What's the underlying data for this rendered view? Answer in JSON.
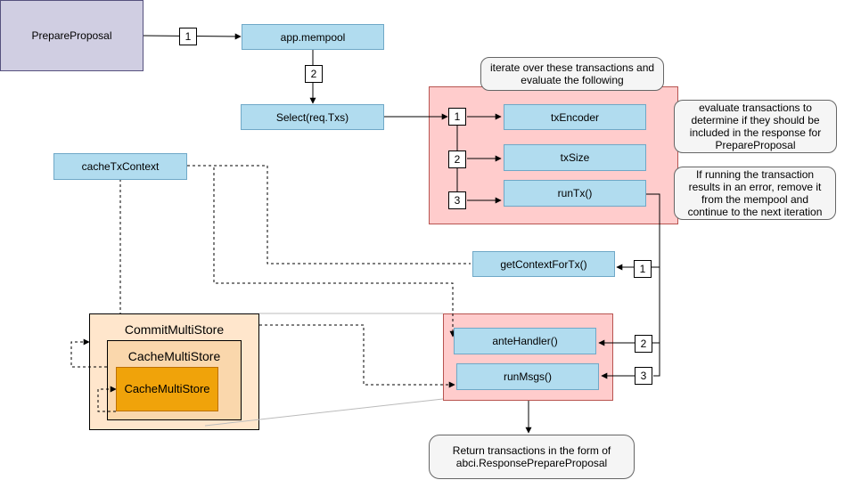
{
  "nodes": {
    "prepare_proposal": "PrepareProposal",
    "app_mempool": "app.mempool",
    "select": "Select(req.Txs)",
    "tx_encoder": "txEncoder",
    "tx_size": "txSize",
    "run_tx": "runTx()",
    "cache_tx_context": "cacheTxContext",
    "get_context_for_tx": "getContextForTx()",
    "ante_handler": "anteHandler()",
    "run_msgs": "runMsgs()",
    "commit_multi_store": "CommitMultiStore",
    "cache_multi_store_outer": "CacheMultiStore",
    "cache_multi_store_inner": "CacheMultiStore"
  },
  "notes": {
    "iterate": "iterate over these transactions and evaluate the following",
    "evaluate": "evaluate transactions to determine if they should be included in the response for PrepareProposal",
    "run_tx_error": "If running the transaction results in an error, remove it from the mempool and continue to the next iteration",
    "return": "Return transactions in the form of abci.ResponsePrepareProposal"
  },
  "step_labels": {
    "to_mempool": "1",
    "to_select": "2",
    "loop_1": "1",
    "loop_2": "2",
    "loop_3": "3",
    "ctx_1": "1",
    "ctx_2": "2",
    "ctx_3": "3"
  },
  "colors": {
    "process_fill": "#b1dcef",
    "loop_region_fill": "#ffcccc",
    "start_fill": "#d0cee2",
    "commit_store_fill": "#ffe6cc",
    "cache_store_fill": "#fad7ac",
    "inner_cache_fill": "#f0a30a",
    "note_fill": "#f5f5f5"
  }
}
